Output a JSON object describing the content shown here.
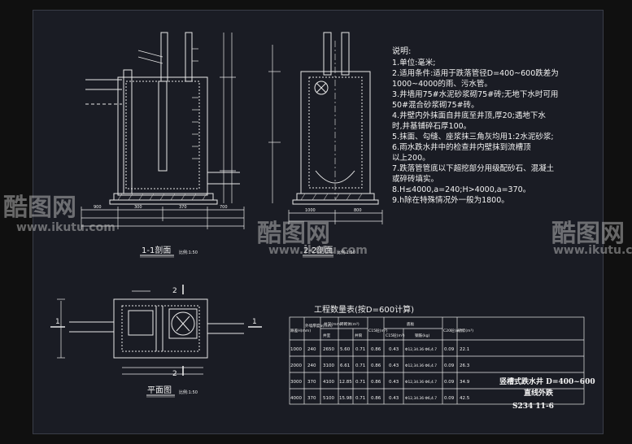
{
  "notes": {
    "heading": "说明:",
    "items": [
      "1.单位:毫米;",
      "2.适用条件:适用于跌落管径D=400~600跌差为",
      "   1000~4000的雨、污水管。",
      "3.井墙用75#水泥砂浆砌75#砖;无地下水时可用",
      "   50#混合砂浆砌75#砖。",
      "4.井壁内外抹面自井底至井顶,厚20;遇地下水",
      "   时,井基铺碎石厚100。",
      "5.抹面、勾缝、座浆抹三角灰均用1:2水泥砂浆;",
      "6.雨水跌水井中的检查井内壁抹到流槽顶",
      "   以上200。",
      "7.跌落管管底以下超挖部分用级配砂石、混凝土",
      "   或碎砖填实。",
      "8.H≤4000,a=240;H>4000,a=370。",
      "9.h除在特殊情况外一般为1800。"
    ]
  },
  "labels": {
    "section_1": "1-1剖面",
    "section_2": "2-2剖面",
    "scale": "比例:1:50",
    "plan": "平面图",
    "mark_1": "1",
    "mark_2": "2",
    "dim_a": "900",
    "dim_b": "300",
    "dim_c": "370",
    "dim_d": "700",
    "dim_e": "1000",
    "dim_f": "800"
  },
  "table": {
    "title": "工程数量表(按D=600计算)",
    "headers": [
      "跌差H(mm)",
      "外墙厚度a(mm)",
      "井深(mm)",
      "砖砌体(m³)",
      "C15砼(m³)",
      "C15砼(m³)",
      "钢筋(kg)",
      "C20砼(m³)",
      "砂浆(m³)"
    ],
    "sub_headers": [
      "井室",
      "井筒",
      "底板"
    ],
    "rows": [
      [
        "1000",
        "240",
        "2650",
        "5.60",
        "0.71",
        "0.86",
        "0.43",
        "Φ12,34.36  Φ6,4.7",
        "0.09",
        "22.1"
      ],
      [
        "2000",
        "240",
        "3100",
        "6.61",
        "0.71",
        "0.86",
        "0.43",
        "Φ12,34.36  Φ6,4.7",
        "0.09",
        "26.3"
      ],
      [
        "3000",
        "370",
        "4100",
        "12.85",
        "0.71",
        "0.86",
        "0.43",
        "Φ12,34.36  Φ6,4.7",
        "0.09",
        "34.9"
      ],
      [
        "4000",
        "370",
        "5100",
        "15.98",
        "0.71",
        "0.86",
        "0.43",
        "Φ12,34.36  Φ6,4.7",
        "0.09",
        "42.5"
      ]
    ]
  },
  "title_block": {
    "line1": "竖槽式跌水井 D=400~600",
    "line2": "直线外跌",
    "line3": "S234   11-6"
  },
  "watermark": {
    "brand": "酷图网",
    "url": "www.ikutu.com"
  }
}
